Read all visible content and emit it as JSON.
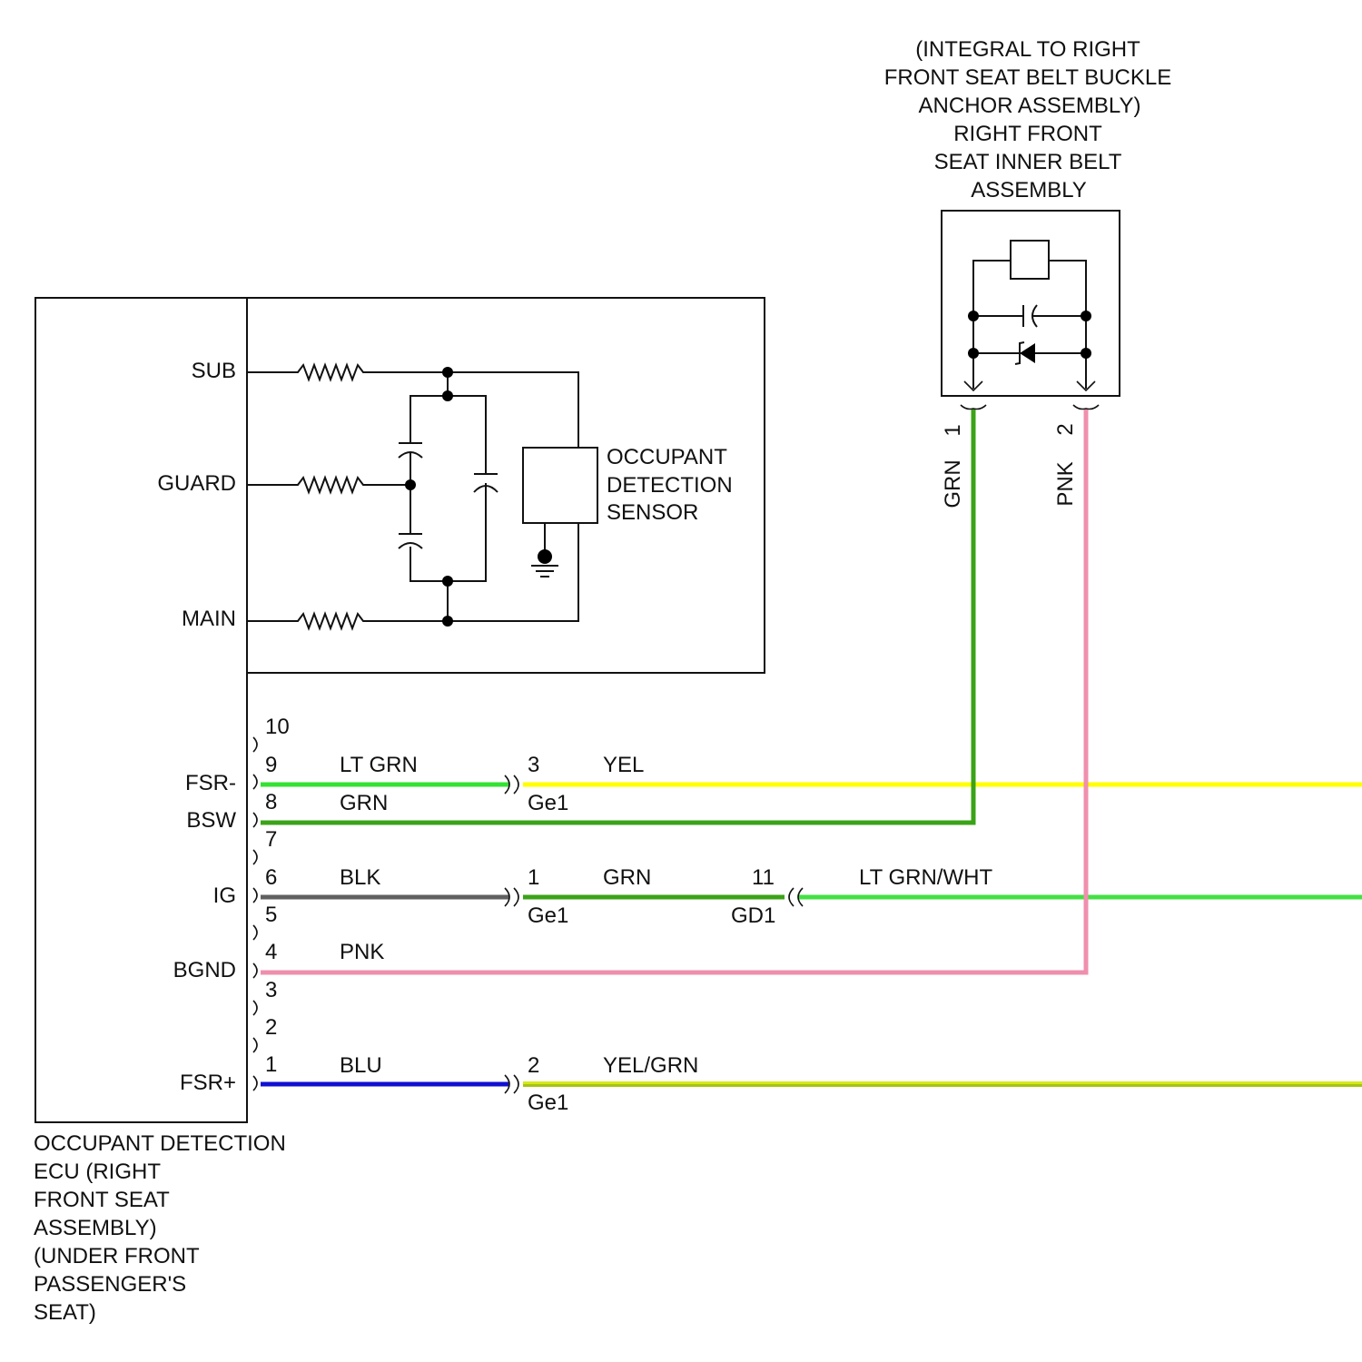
{
  "colors": {
    "lt_grn": "#33e233",
    "grn": "#3aa317",
    "yel": "#ffff00",
    "blk": "#606060",
    "pnk": "#ef8fae",
    "blu": "#1010d0",
    "yel_grn_top": "#d6e81a",
    "yel_grn_bottom": "#a6c414",
    "lt_grn_wht": "#44e044",
    "line": "#111111"
  },
  "ecu": {
    "terminals": {
      "sub": "SUB",
      "guard": "GUARD",
      "main": "MAIN",
      "fsr_minus": "FSR-",
      "bsw": "BSW",
      "ig": "IG",
      "bgnd": "BGND",
      "fsr_plus": "FSR+"
    },
    "pins": [
      "10",
      "9",
      "8",
      "7",
      "6",
      "5",
      "4",
      "3",
      "2",
      "1"
    ],
    "name_lines": [
      "OCCUPANT DETECTION",
      "ECU (RIGHT",
      "FRONT SEAT",
      "ASSEMBLY)",
      "(UNDER FRONT",
      "PASSENGER'S",
      "SEAT)"
    ]
  },
  "sensor": {
    "label_lines": [
      "OCCUPANT",
      "DETECTION",
      "SENSOR"
    ]
  },
  "belt": {
    "label_lines": [
      "(INTEGRAL TO RIGHT",
      "FRONT SEAT BELT BUCKLE",
      "ANCHOR ASSEMBLY)",
      "RIGHT FRONT",
      "SEAT INNER BELT",
      "ASSEMBLY"
    ],
    "pin1": "1",
    "pin2": "2",
    "wire1": "GRN",
    "wire2": "PNK"
  },
  "wires": {
    "w1": {
      "ecu_color": "LT GRN",
      "pin": "3",
      "connector": "Ge1",
      "out_color": "YEL"
    },
    "w2": {
      "ecu_color": "GRN"
    },
    "w3": {
      "ecu_color": "BLK",
      "pin": "1",
      "connector": "Ge1",
      "mid_color": "GRN",
      "pin2": "11",
      "connector2": "GD1",
      "out_color": "LT GRN/WHT"
    },
    "w4": {
      "ecu_color": "PNK"
    },
    "w5": {
      "ecu_color": "BLU",
      "pin": "2",
      "connector": "Ge1",
      "out_color": "YEL/GRN"
    }
  }
}
